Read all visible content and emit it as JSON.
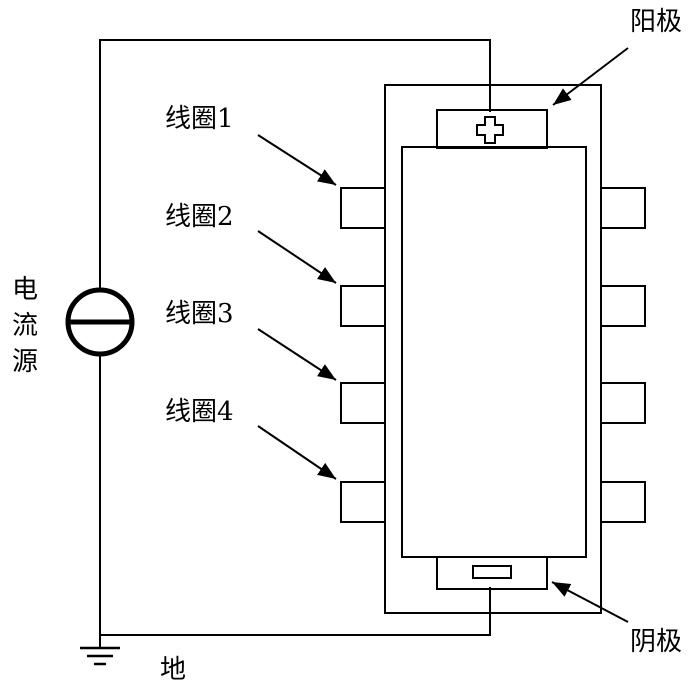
{
  "labels": {
    "anode": "阳极",
    "cathode": "阴极",
    "source": [
      "电",
      "流",
      "源"
    ],
    "ground": "地",
    "coils": [
      "线圈1",
      "线圈2",
      "线圈3",
      "线圈4"
    ]
  },
  "colors": {
    "line": "#000000",
    "background": "#ffffff"
  }
}
